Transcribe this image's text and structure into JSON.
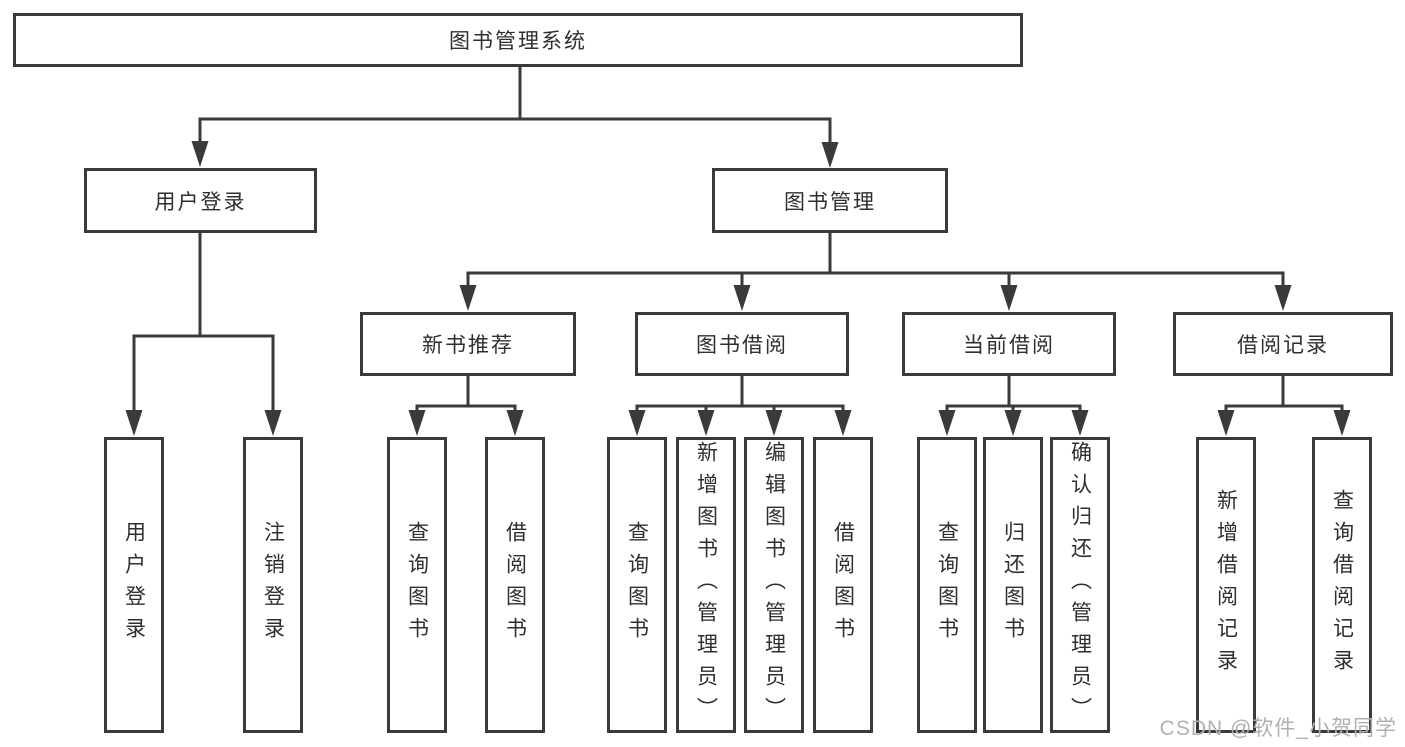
{
  "diagram": {
    "root": {
      "label": "图书管理系统"
    },
    "level2": [
      {
        "label": "用户登录"
      },
      {
        "label": "图书管理"
      }
    ],
    "level3": [
      {
        "label": "新书推荐",
        "parent": "图书管理"
      },
      {
        "label": "图书借阅",
        "parent": "图书管理"
      },
      {
        "label": "当前借阅",
        "parent": "图书管理"
      },
      {
        "label": "借阅记录",
        "parent": "图书管理"
      }
    ],
    "leaves": [
      {
        "label": "用户登录",
        "parent": "用户登录"
      },
      {
        "label": "注销登录",
        "parent": "用户登录"
      },
      {
        "label": "查询图书",
        "parent": "新书推荐"
      },
      {
        "label": "借阅图书",
        "parent": "新书推荐"
      },
      {
        "label": "查询图书",
        "parent": "图书借阅"
      },
      {
        "label": "新增图书（管理员）",
        "parent": "图书借阅"
      },
      {
        "label": "编辑图书（管理员）",
        "parent": "图书借阅"
      },
      {
        "label": "借阅图书",
        "parent": "图书借阅"
      },
      {
        "label": "查询图书",
        "parent": "当前借阅"
      },
      {
        "label": "归还图书",
        "parent": "当前借阅"
      },
      {
        "label": "确认归还（管理员）",
        "parent": "当前借阅"
      },
      {
        "label": "新增借阅记录",
        "parent": "借阅记录"
      },
      {
        "label": "查询借阅记录",
        "parent": "借阅记录"
      }
    ]
  },
  "watermark": {
    "text": "CSDN @软件_小贺同学"
  },
  "colors": {
    "line": "#3a3a3a",
    "text": "#2f2f2f",
    "watermark": "#b0b0b0",
    "background": "#ffffff"
  }
}
